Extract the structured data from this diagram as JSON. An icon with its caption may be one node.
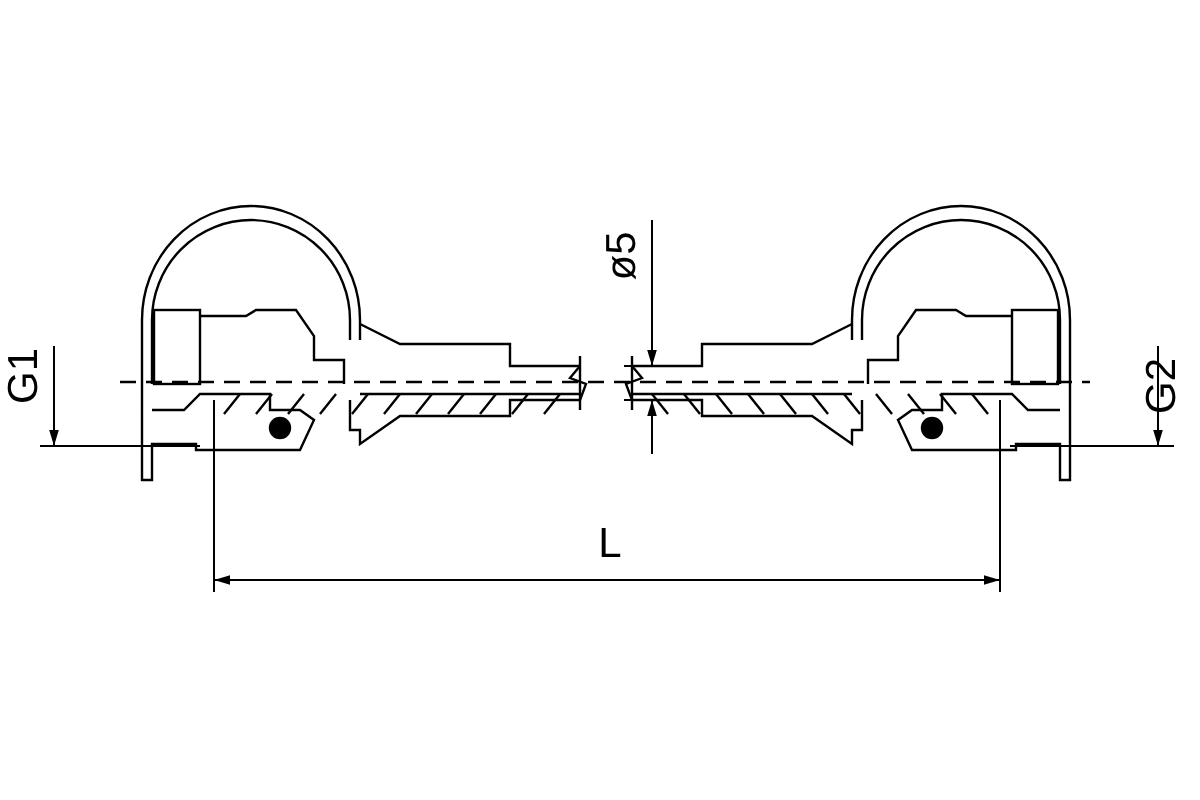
{
  "diagram": {
    "labels": [
      "G1",
      "ø5",
      "G2",
      "L"
    ]
  }
}
